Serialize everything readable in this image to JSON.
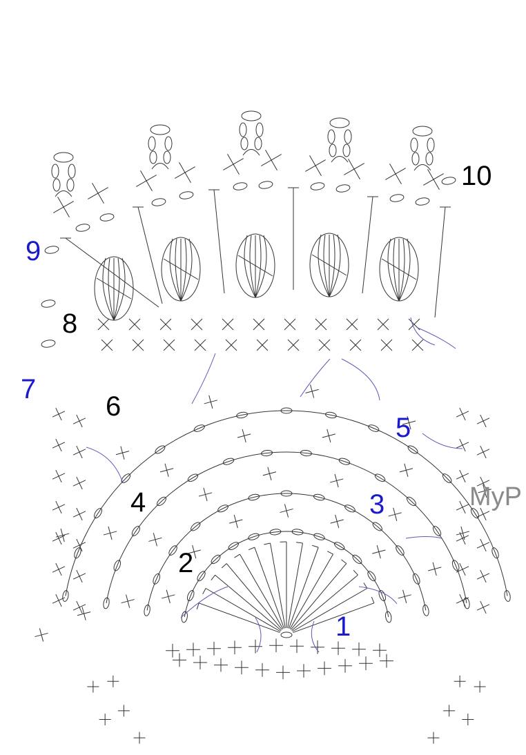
{
  "diagram": {
    "rows": [
      {
        "label": "1",
        "color": "#1a1acc"
      },
      {
        "label": "2",
        "color": "#000000"
      },
      {
        "label": "3",
        "color": "#1a1acc"
      },
      {
        "label": "4",
        "color": "#000000"
      },
      {
        "label": "5",
        "color": "#1a1acc"
      },
      {
        "label": "6",
        "color": "#000000"
      },
      {
        "label": "7",
        "color": "#1a1acc"
      },
      {
        "label": "8",
        "color": "#000000"
      },
      {
        "label": "9",
        "color": "#1a1acc"
      },
      {
        "label": "10",
        "color": "#000000"
      }
    ],
    "watermark": "MyP",
    "colors": {
      "ink": "#333333",
      "accent_line": "#5a5ab8",
      "watermark": "#8a8a8a"
    },
    "symbols": [
      "single-crochet-x",
      "chain-oval",
      "treble-stitch",
      "puff-stitch",
      "picot-loop"
    ]
  }
}
